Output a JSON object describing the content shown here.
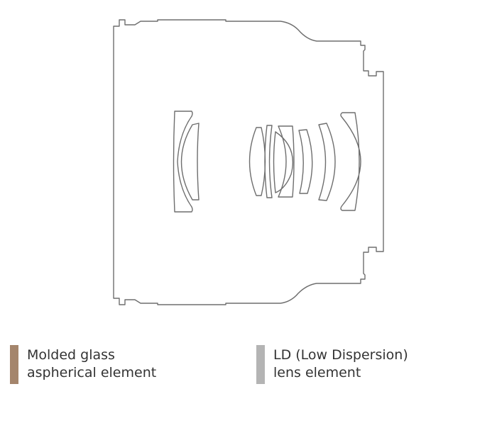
{
  "colors": {
    "outline": "#6e6e6e",
    "molded_glass": "#a4856c",
    "ld_element": "#b4b4b4",
    "text": "#333333"
  },
  "legend": {
    "molded": {
      "line1": "Molded glass",
      "line2": "aspherical element"
    },
    "ld": {
      "line1": "LD (Low Dispersion)",
      "line2": "lens element"
    }
  }
}
